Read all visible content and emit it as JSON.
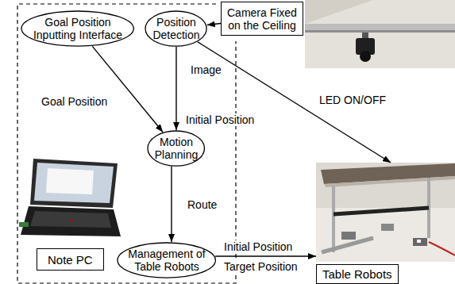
{
  "diagram": {
    "nodes": [
      {
        "text": [
          "Goal Position Inputting Interface"
        ]
      },
      {
        "text": [
          "Position Detection"
        ]
      },
      {
        "text": [
          "Camera Fixed on the Ceiling"
        ]
      },
      {
        "text": [
          "Motion Planning"
        ]
      },
      {
        "text": [
          "Management of Table Robots"
        ]
      },
      {
        "text": [
          "Note PC"
        ]
      },
      {
        "text": [
          "Table Robots"
        ]
      }
    ],
    "edges": [
      {
        "from": 2,
        "to": 1,
        "label": "Image",
        "arrow": "to"
      },
      {
        "from": 0,
        "to": 3,
        "label": "Goal Position",
        "arrow": "to"
      },
      {
        "from": 1,
        "to": 3,
        "label": "Initial Position",
        "arrow": "to"
      },
      {
        "from": 1,
        "to": 6,
        "label": "LED ON/OFF",
        "arrow": "to"
      },
      {
        "from": 3,
        "to": 4,
        "label": "Route",
        "arrow": "to"
      },
      {
        "from": 4,
        "to": 6,
        "label": "Initial Position",
        "arrow": "to"
      }
    ],
    "labels": [
      "Target Position"
    ]
  }
}
